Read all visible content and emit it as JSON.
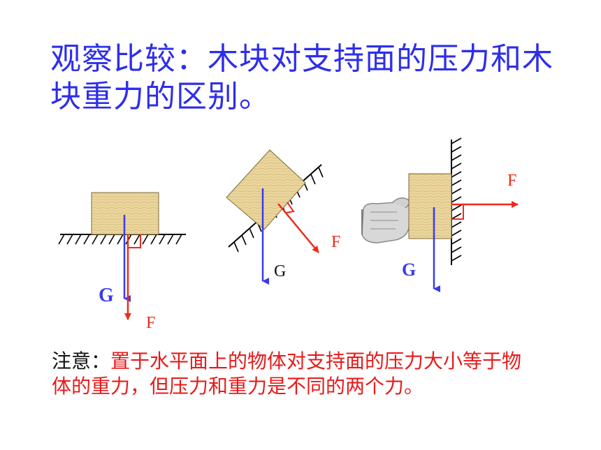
{
  "title": "观察比较：木块对支持面的压力和木块重力的区别。",
  "note": {
    "label": "注意：",
    "text": "置于水平面上的物体对支持面的压力大小等于物体的重力，但压力和重力是不同的两个力。"
  },
  "diagram": {
    "fig1": {
      "gravity_label": "G",
      "force_label": "F"
    },
    "fig2": {
      "gravity_label": "G",
      "force_label": "F"
    },
    "fig3": {
      "gravity_label": "G",
      "force_label": "F"
    }
  },
  "colors": {
    "title": "#2e2eea",
    "gravity_arrow": "#3a3af0",
    "force_arrow": "#ee2a1a",
    "note_label": "#111111",
    "note_text": "#e81a1a",
    "block": "#e9d49a"
  },
  "icons": [
    "hand-push-icon",
    "ground-hatch",
    "right-angle-mark"
  ]
}
